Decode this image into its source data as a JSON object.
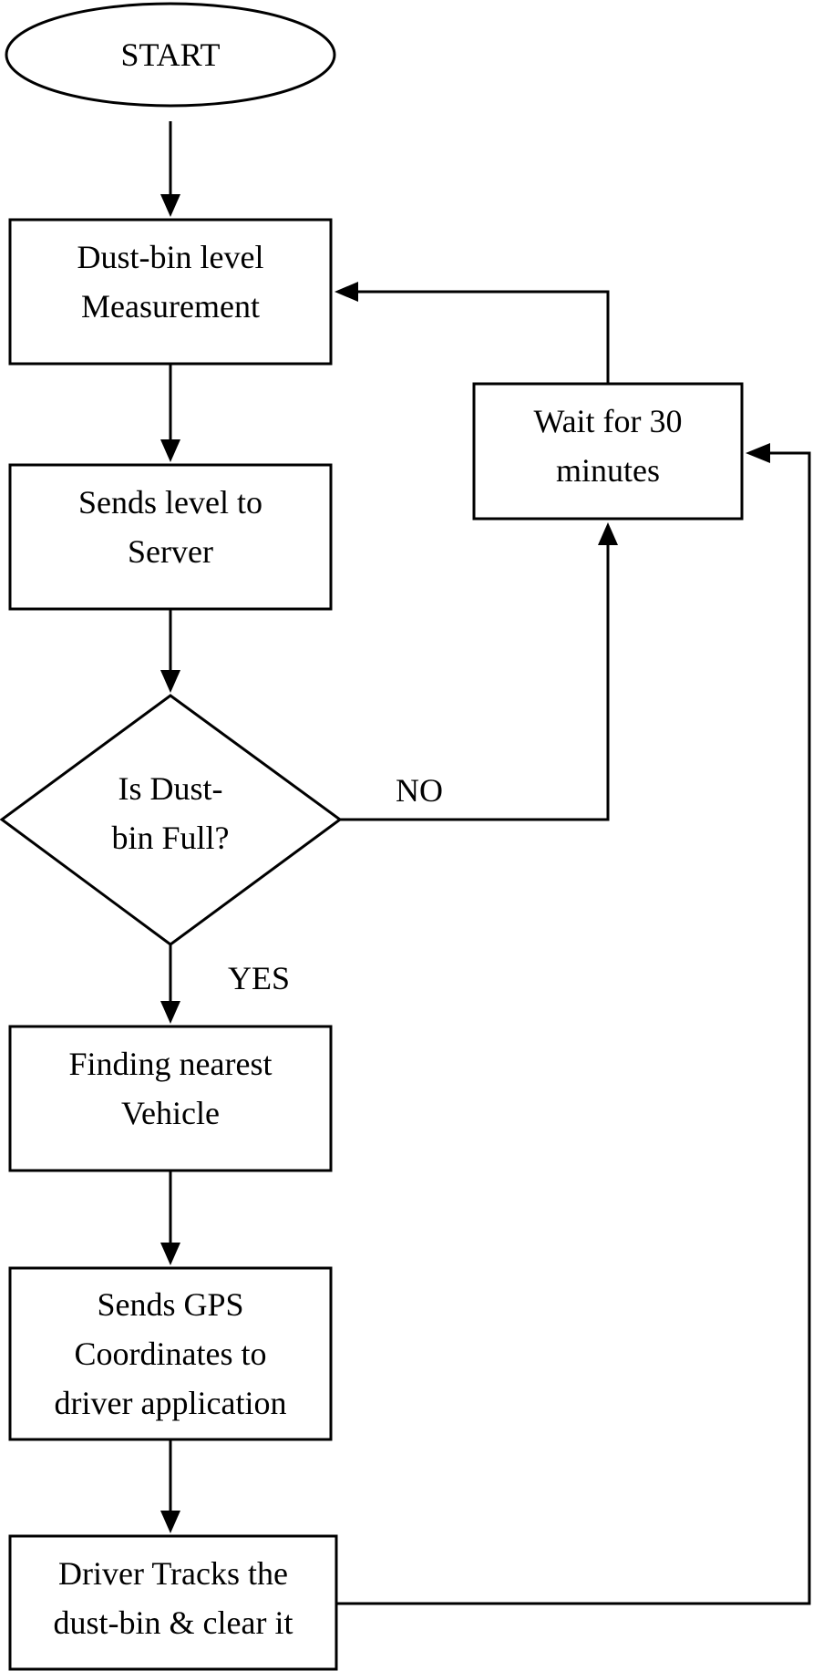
{
  "flowchart": {
    "start": "START",
    "measure": [
      "Dust-bin level",
      "Measurement"
    ],
    "send_level": [
      "Sends level to",
      "Server"
    ],
    "decision": [
      "Is Dust-",
      "bin Full?"
    ],
    "wait": [
      "Wait for 30",
      "minutes"
    ],
    "find_vehicle": [
      "Finding nearest",
      "Vehicle"
    ],
    "send_gps": [
      "Sends GPS",
      "Coordinates to",
      "driver application"
    ],
    "driver": [
      "Driver Tracks the",
      "dust-bin & clear it"
    ],
    "no_label": "NO",
    "yes_label": "YES"
  }
}
